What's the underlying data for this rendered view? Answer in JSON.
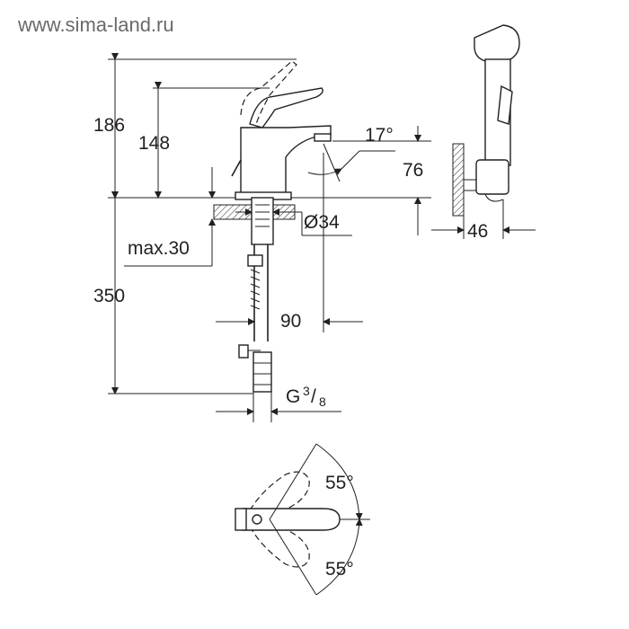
{
  "watermark": "www.sima-land.ru",
  "dimensions": {
    "overall_height": "186",
    "spout_height": "148",
    "lever_angle": "17°",
    "spout_clearance": "76",
    "hole_diameter": "Ø34",
    "deck_thickness": "max.30",
    "hose_length": "350",
    "spout_reach": "90",
    "connection_thread_main": "G",
    "connection_thread_num": "3",
    "connection_thread_den": "8",
    "holder_projection": "46",
    "rotation_top": "55°",
    "rotation_bottom": "55°"
  }
}
